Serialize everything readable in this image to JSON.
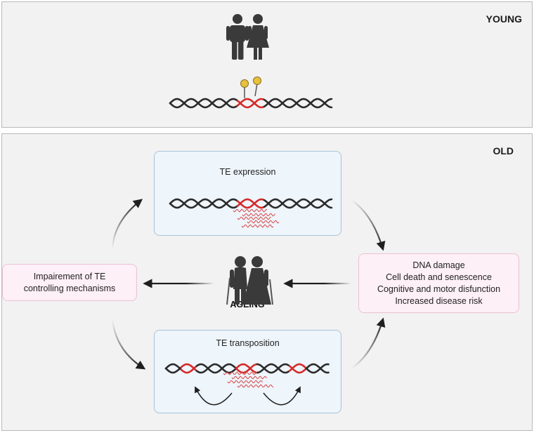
{
  "young": {
    "label": "YOUNG"
  },
  "old": {
    "label": "OLD",
    "te_expression": {
      "title": "TE expression"
    },
    "te_transposition": {
      "title": "TE transposition"
    },
    "impairment": {
      "lines": [
        "Impairement of TE",
        "controlling mechanisms"
      ]
    },
    "consequences": {
      "lines": [
        "DNA damage",
        "Cell death and senescence",
        "Cognitive and motor disfunction",
        "Increased disease risk"
      ]
    },
    "ageing": {
      "label": "AGEING"
    }
  },
  "colors": {
    "dna_strand": "#2b2b2b",
    "transposable_element": "#d62a2a",
    "methyl_mark": "#e8c13b",
    "rna": "#d94a4a",
    "arrow": "#1f1f1f"
  },
  "icons": [
    "young-couple-icon",
    "elderly-couple-icon",
    "methyl-group-icon",
    "dna-helix-icon",
    "rna-strand-icon"
  ]
}
